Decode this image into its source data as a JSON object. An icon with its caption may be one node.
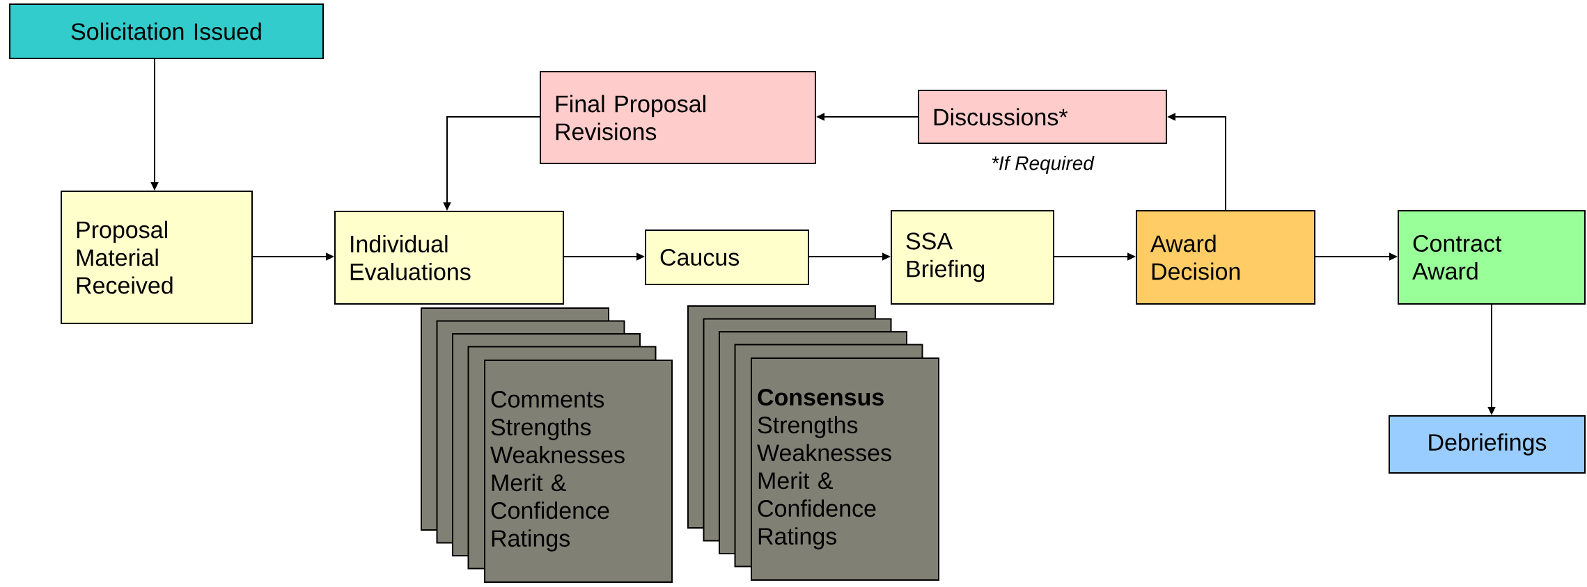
{
  "diagram": {
    "nodes": [
      {
        "text": [
          "Solicitation Issued"
        ]
      },
      {
        "text": [
          "Final Proposal Revisions"
        ]
      },
      {
        "text": [
          "Discussions*"
        ],
        "beside": [
          "*If Required"
        ]
      },
      {
        "text": [
          "Proposal Material Received"
        ]
      },
      {
        "text": [
          "Individual Evaluations"
        ]
      },
      {
        "text": [
          "Caucus"
        ]
      },
      {
        "text": [
          "SSA Briefing"
        ]
      },
      {
        "text": [
          "Award Decision"
        ]
      },
      {
        "text": [
          "Contract Award"
        ]
      },
      {
        "text": [
          "Comments",
          "Strengths",
          "Weaknesses",
          "Merit & Confidence Ratings"
        ]
      },
      {
        "text": [
          "**Consensus**",
          "Strengths",
          "Weaknesses",
          "Merit & Confidence Ratings"
        ]
      },
      {
        "text": [
          "Debriefings"
        ]
      }
    ],
    "edges": [
      {
        "from": 0,
        "to": 3,
        "arrow": "to"
      },
      {
        "from": 3,
        "to": 4,
        "arrow": "to"
      },
      {
        "from": 4,
        "to": 5,
        "arrow": "to"
      },
      {
        "from": 5,
        "to": 6,
        "arrow": "to"
      },
      {
        "from": 6,
        "to": 7,
        "arrow": "to"
      },
      {
        "from": 7,
        "to": 8,
        "arrow": "to"
      },
      {
        "from": 8,
        "to": 11,
        "arrow": "to"
      },
      {
        "from": 7,
        "to": 2,
        "arrow": "to"
      },
      {
        "from": 2,
        "to": 1,
        "arrow": "to"
      },
      {
        "from": 1,
        "to": 4,
        "arrow": "to"
      }
    ]
  }
}
